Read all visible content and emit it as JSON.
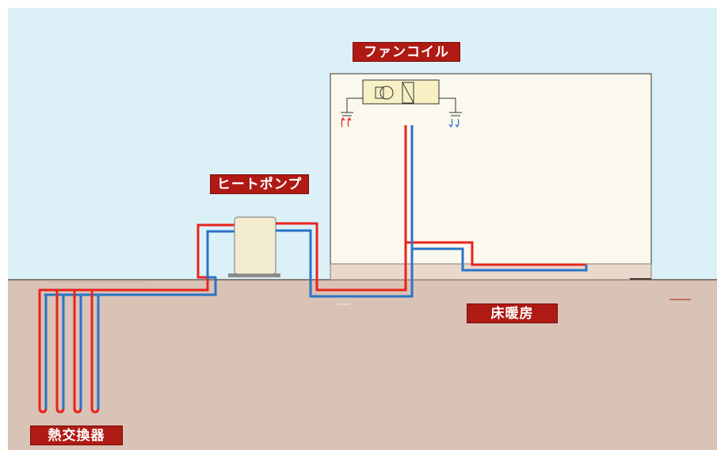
{
  "labels": {
    "fan_coil": "ファンコイル",
    "heat_pump": "ヒートポンプ",
    "floor_heating": "床暖房",
    "heat_exchanger": "熱交換器"
  },
  "colors": {
    "sky": "#dcf0f8",
    "ground": "#d9c2b6",
    "building_wall": "#fbf8ee",
    "floor_slab": "#e9d8cc",
    "label_bg": "#b01a14",
    "label_text": "#ffffff",
    "hot_pipe": "#e8231e",
    "cold_pipe": "#2a73c8",
    "heat_pump_body": "#f3ecd0",
    "fan_coil_box": "#f7f0c4"
  },
  "icons": {
    "warm_air": "warm-air-arrows-icon",
    "cool_air": "cool-air-arrows-icon",
    "fan": "fan-icon",
    "coil": "coil-icon"
  }
}
